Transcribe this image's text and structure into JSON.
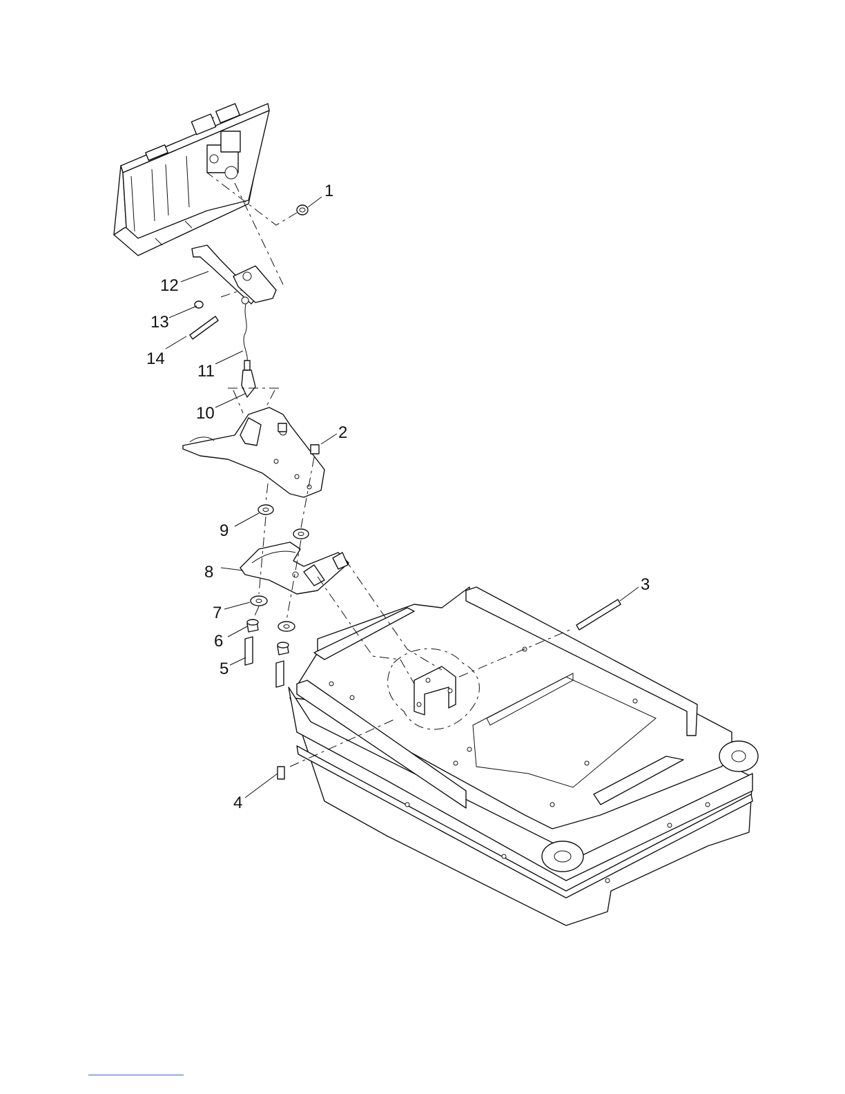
{
  "callouts": [
    {
      "id": "1",
      "label": "1"
    },
    {
      "id": "2",
      "label": "2"
    },
    {
      "id": "3",
      "label": "3"
    },
    {
      "id": "4",
      "label": "4"
    },
    {
      "id": "5",
      "label": "5"
    },
    {
      "id": "6",
      "label": "6"
    },
    {
      "id": "7",
      "label": "7"
    },
    {
      "id": "8",
      "label": "8"
    },
    {
      "id": "9",
      "label": "9"
    },
    {
      "id": "10",
      "label": "10"
    },
    {
      "id": "11",
      "label": "11"
    },
    {
      "id": "12",
      "label": "12"
    },
    {
      "id": "13",
      "label": "13"
    },
    {
      "id": "14",
      "label": "14"
    }
  ],
  "colors": {
    "line": "#111111",
    "background": "#ffffff",
    "footer_rule": "#3a5fcd"
  }
}
